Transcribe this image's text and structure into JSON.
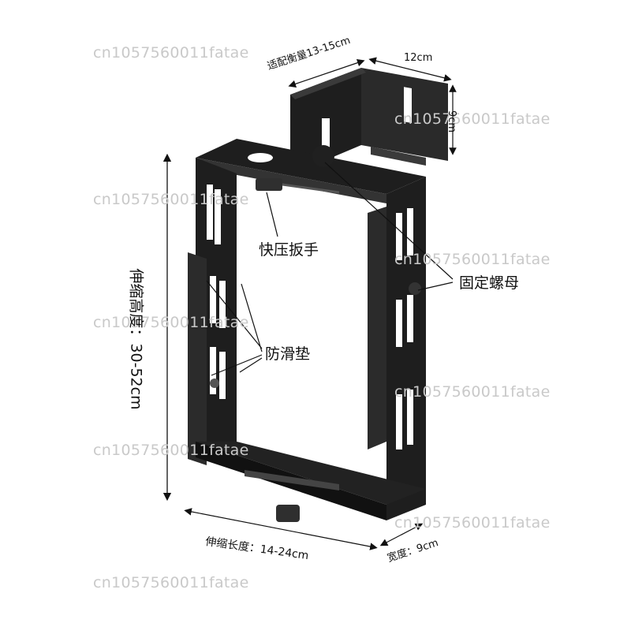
{
  "watermark": "cn1057560011fatae",
  "labels": {
    "top_fit": "适配衡量13-15cm",
    "top_width": "12cm",
    "top_depth": "9cm",
    "height_range": "伸缩高度：30-52cm",
    "quick_clamp": "快压扳手",
    "fixing_nut": "固定螺母",
    "anti_slip_pad": "防滑垫",
    "length_range": "伸缩长度：14-24cm",
    "width": "宽度：9cm"
  },
  "colors": {
    "metal": "#1e1e1e",
    "metal_light": "#3a3a3a",
    "slot": "#ffffff",
    "watermark": "#c9c9c9"
  }
}
